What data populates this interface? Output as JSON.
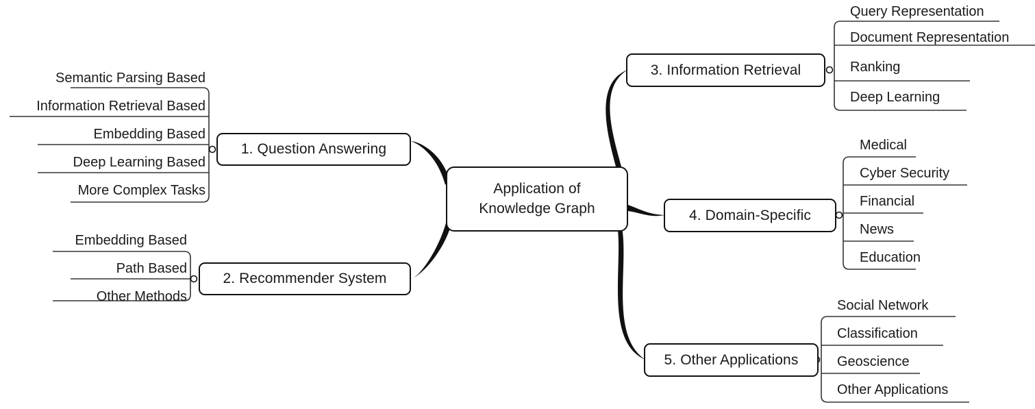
{
  "diagram": {
    "type": "mind-map",
    "root": {
      "line1": "Application of",
      "line2": "Knowledge Graph"
    },
    "branches": [
      {
        "id": "1",
        "label": "1. Question Answering",
        "side": "left",
        "children": [
          "Semantic Parsing Based",
          "Information Retrieval Based",
          "Embedding Based",
          "Deep Learning Based",
          "More Complex Tasks"
        ]
      },
      {
        "id": "2",
        "label": "2. Recommender System",
        "side": "left",
        "children": [
          "Embedding Based",
          "Path Based",
          "Other Methods"
        ]
      },
      {
        "id": "3",
        "label": "3. Information Retrieval",
        "side": "right",
        "children": [
          "Query Representation",
          "Document Representation",
          "Ranking",
          "Deep Learning"
        ]
      },
      {
        "id": "4",
        "label": "4. Domain-Specific",
        "side": "right",
        "children": [
          "Medical",
          "Cyber Security",
          "Financial",
          "News",
          "Education"
        ]
      },
      {
        "id": "5",
        "label": "5. Other Applications",
        "side": "right",
        "children": [
          "Social Network",
          "Classification",
          "Geoscience",
          "Other Applications"
        ]
      }
    ],
    "colors": {
      "stroke": "#111111",
      "leaf_rule": "#333333",
      "background": "#ffffff",
      "text": "#1a1a1a"
    }
  }
}
